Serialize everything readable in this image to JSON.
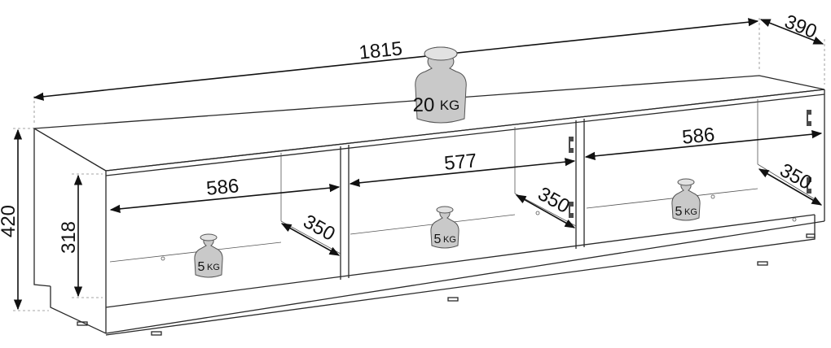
{
  "dimensions": {
    "width": "1815",
    "depth": "390",
    "height": "420",
    "inner_height": "318",
    "left_width": "586",
    "middle_width": "577",
    "right_width": "586",
    "left_depth": "350",
    "middle_depth": "350",
    "right_depth": "350"
  },
  "weights": {
    "top": {
      "num": "20",
      "unit": "KG"
    },
    "left": {
      "num": "5",
      "unit": "KG"
    },
    "middle": {
      "num": "5",
      "unit": "KG"
    },
    "right": {
      "num": "5",
      "unit": "KG"
    }
  }
}
